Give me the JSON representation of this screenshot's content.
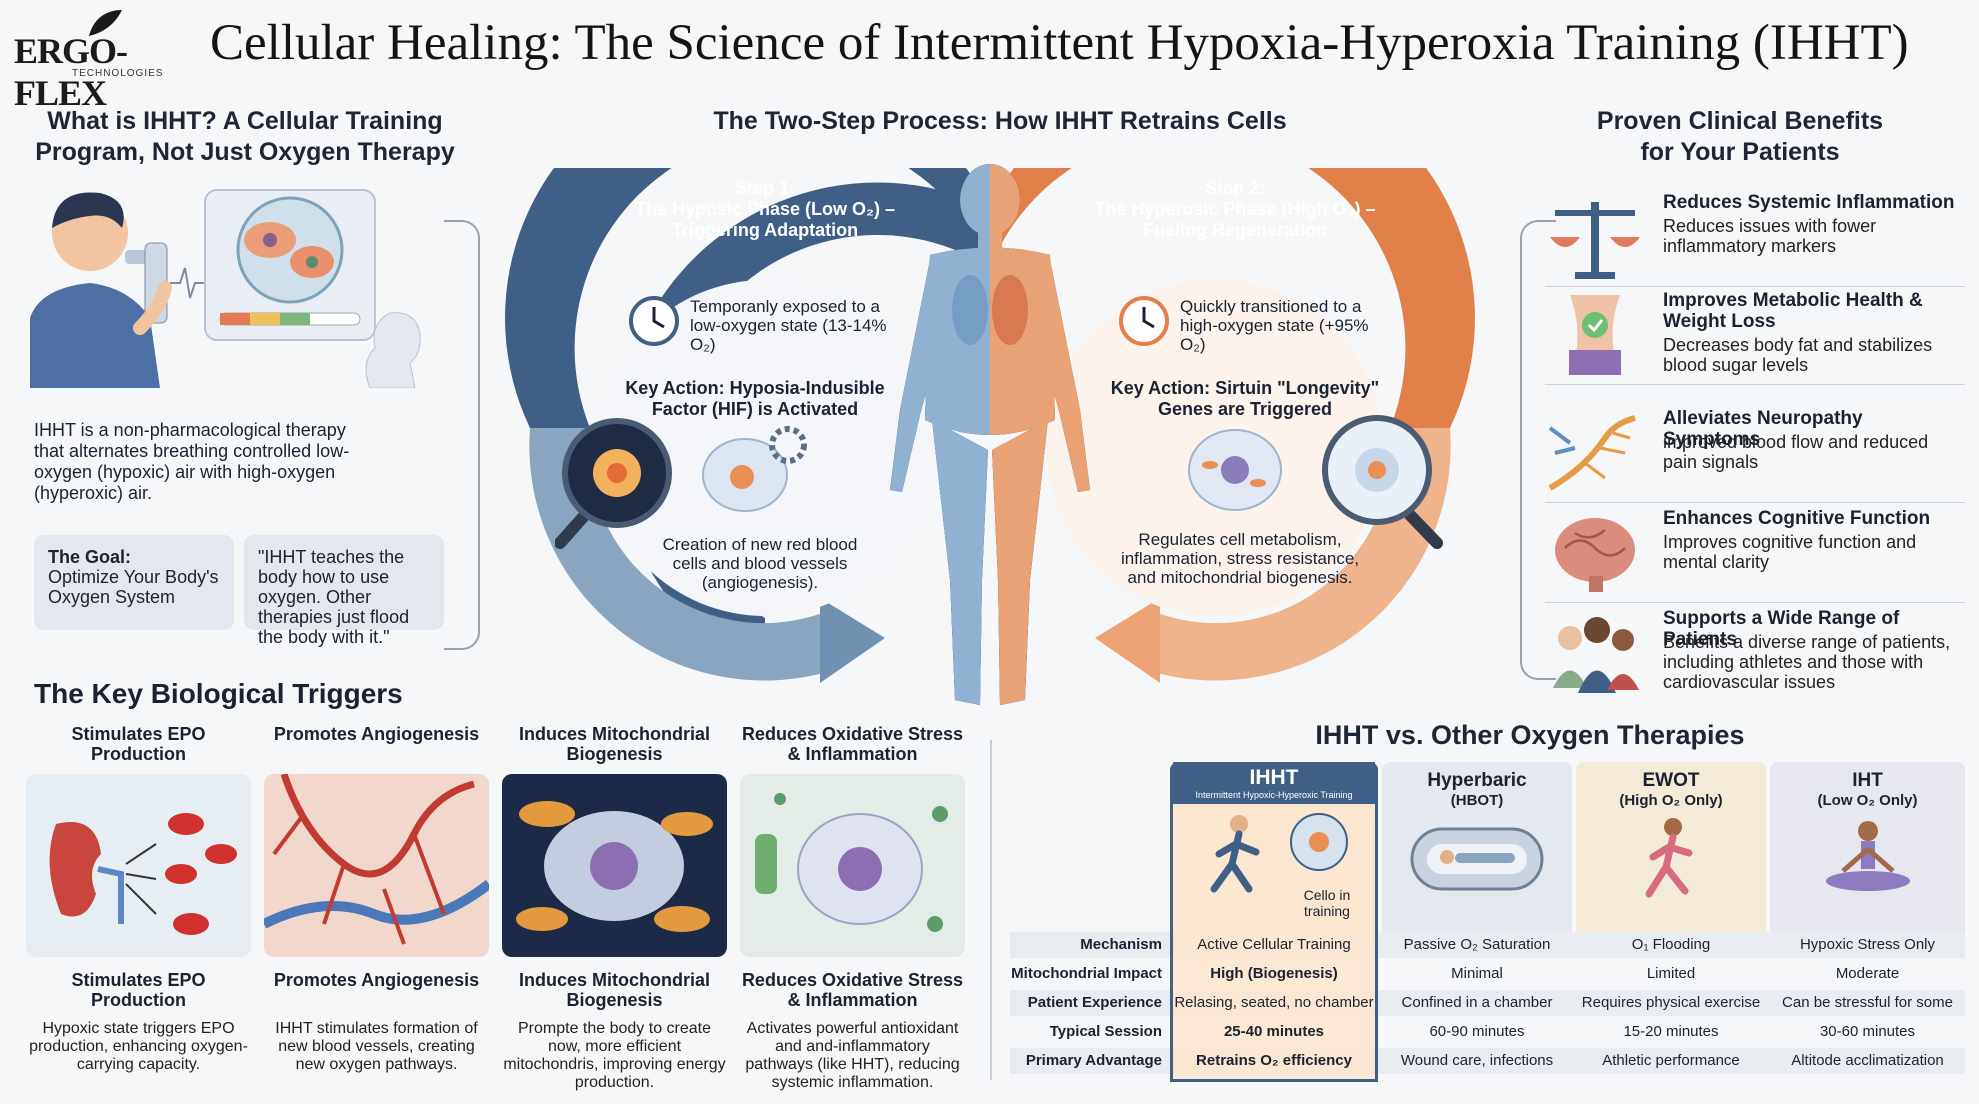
{
  "header": {
    "logo_word": "ERGO-FLEX",
    "logo_sub": "TECHNOLOGIES",
    "title": "Cellular Healing: The Science of Intermittent Hypoxia-Hyperoxia Training (IHHT)"
  },
  "what": {
    "title_line1": "What is IHHT? A Cellular Training",
    "title_line2": "Program, Not Just Oxygen Therapy",
    "description": "IHHT is a non-pharmacological therapy that alternates breathing controlled low-oxygen (hypoxic) air with high-oxygen (hyperoxic) air.",
    "goal_label": "The Goal:",
    "goal_text": "Optimize Your Body's Oxygen System",
    "quote": "\"IHHT teaches the body how to use oxygen. Other therapies just flood the body with it.\""
  },
  "process": {
    "title": "The Two-Step Process: How IHHT Retrains Cells",
    "step1": {
      "label": "Step 1:",
      "name": "The Hyposic Phase (Low O₂) – Triggering Adaptation",
      "exposure": "Temporanly exposed to a low-oxygen state (13-14% O₂)",
      "key_action": "Key Action: Hyposia-Indusible Factor (HIF) is Activated",
      "result": "Creation of new red blood cells and blood vessels (angiogenesis)."
    },
    "step2": {
      "label": "Step 2:",
      "name": "The Hyperosic Phase (High O₂) – Fueling Regeneration",
      "exposure": "Quickly transitioned to a high-oxygen state (+95% O₂)",
      "key_action": "Key Action: Sirtuin \"Longevity\" Genes are Triggered",
      "result": "Regulates cell metabolism, inflammation, stress resistance, and mitochondrial biogenesis."
    }
  },
  "benefits": {
    "title_line1": "Proven Clinical Benefits",
    "title_line2": "for Your Patients",
    "items": [
      {
        "title": "Reduces Systemic Inflammation",
        "text": "Reduces issues with fower inflammatory markers",
        "icon": "scale-icon"
      },
      {
        "title": "Improves Metabolic Health & Weight Loss",
        "text": "Decreases body fat and stabilizes blood sugar levels",
        "icon": "waist-icon"
      },
      {
        "title": "Alleviates Neuropathy Symptoms",
        "text": "improved blood flow and reduced pain signals",
        "icon": "nerve-icon"
      },
      {
        "title": "Enhances Cognitive Function",
        "text": "Improves cognitive function and mental clarity",
        "icon": "brain-icon"
      },
      {
        "title": "Supports a Wide Range of Patients",
        "text": "Benefits a diverse range of patients, including athletes and those with cardiovascular issues",
        "icon": "patients-icon"
      }
    ]
  },
  "triggers": {
    "title": "The Key Biological Triggers",
    "items": [
      {
        "head": "Stimulates EPO Production",
        "sub": "Stimulates EPO Production",
        "text": "Hypoxic state triggers EPO production, enhancing oxygen-carrying capacity."
      },
      {
        "head": "Promotes Angiogenesis",
        "sub": "Promotes Angiogenesis",
        "text": "IHHT stimulates formation of new blood vessels, creating new oxygen pathways."
      },
      {
        "head": "Induces Mitochondrial Biogenesis",
        "sub": "Induces Mitochondrial Biogenesis",
        "text": "Prompte the body to create now, more efficient mitochondris, improving energy production."
      },
      {
        "head": "Reduces Oxidative Stress & Inflammation",
        "sub": "Reduces Oxidative Stress & Inflammation",
        "text": "Activates powerful antioxidant and and-inflammatory pathways (like HHT), reducing systemic inflammation."
      }
    ]
  },
  "comparison": {
    "title": "IHHT vs. Other Oxygen Therapies",
    "columns": [
      {
        "title": "IHHT",
        "sub": "Intermittent Hypoxic-Hyperoxic Training",
        "image_caption": "Cello in training"
      },
      {
        "title": "Hyperbaric",
        "sub": "(HBOT)"
      },
      {
        "title": "EWOT",
        "sub": "(High O₂ Only)"
      },
      {
        "title": "IHT",
        "sub": "(Low O₂ Only)"
      }
    ],
    "rows": [
      {
        "label": "Mechanism",
        "cells": [
          "Active Cellular Training",
          "Passive O₂ Saturation",
          "O₁ Flooding",
          "Hypoxic Stress Only"
        ]
      },
      {
        "label": "Mitochondrial Impact",
        "cells": [
          "High (Biogenesis)",
          "Minimal",
          "Limited",
          "Moderate"
        ]
      },
      {
        "label": "Patient Experience",
        "cells": [
          "Relasing, seated, no chamber",
          "Confined in a chamber",
          "Requires physical exercise",
          "Can be stressful for some"
        ]
      },
      {
        "label": "Typical Session",
        "cells": [
          "25-40 minutes",
          "60-90 minutes",
          "15-20 minutes",
          "30-60 minutes"
        ]
      },
      {
        "label": "Primary Advantage",
        "cells": [
          "Retrains O₂ efficiency",
          "Wound care, infections",
          "Athletic performance",
          "Altitode acclimatization"
        ]
      }
    ]
  },
  "colors": {
    "blue": "#3f5f86",
    "orange": "#e2804a",
    "ihht_col": "#fbe6cf",
    "hbot_col": "#e4e8ef",
    "ewot_col": "#f3ead8",
    "iht_col": "#e6e7ef"
  }
}
